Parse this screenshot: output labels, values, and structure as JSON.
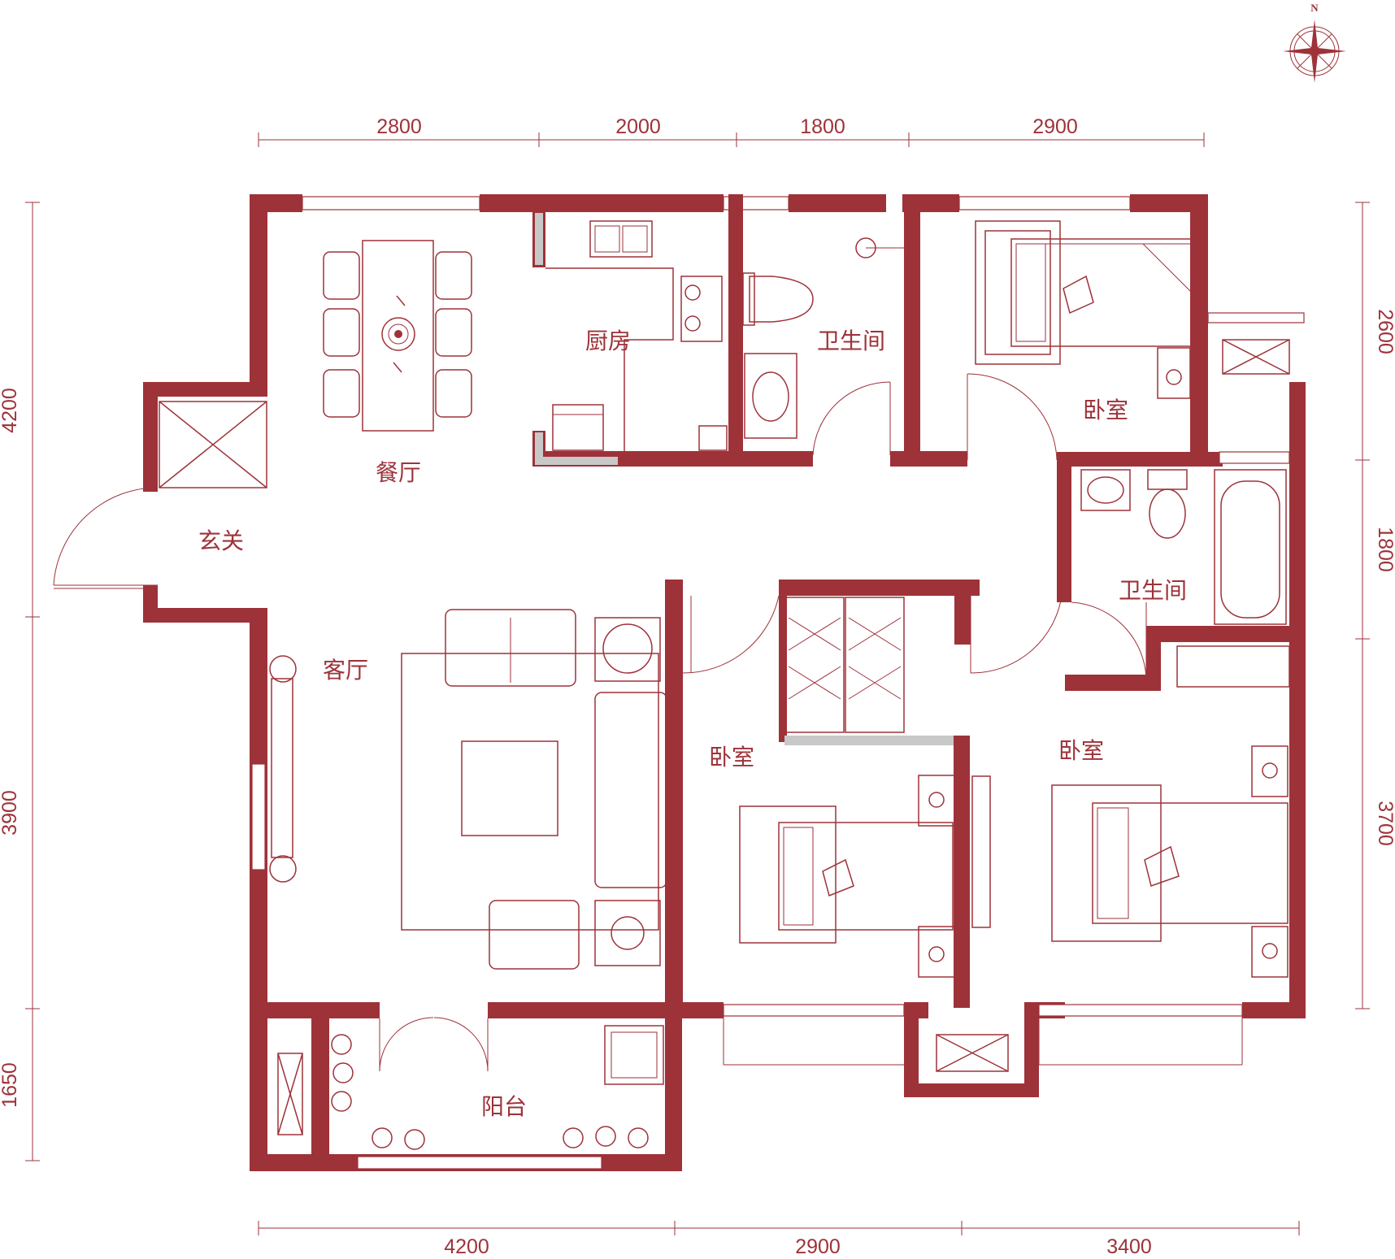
{
  "colors": {
    "primary": "#9e3239",
    "accent_gray": "#c8c8c8"
  },
  "compass": {
    "label": "N",
    "icon": "compass-rose-icon"
  },
  "dimensions": {
    "top": [
      "2800",
      "2000",
      "1800",
      "2900"
    ],
    "bottom": [
      "4200",
      "2900",
      "3400"
    ],
    "left": [
      "4200",
      "3900",
      "1650"
    ],
    "right": [
      "2600",
      "1800",
      "3700"
    ]
  },
  "rooms": {
    "dining": "餐厅",
    "kitchen": "厨房",
    "bath_top": "卫生间",
    "bedroom_ne": "卧室",
    "foyer": "玄关",
    "living": "客厅",
    "bath_right": "卫生间",
    "bedroom_mid": "卧室",
    "bedroom_se": "卧室",
    "balcony": "阳台"
  }
}
